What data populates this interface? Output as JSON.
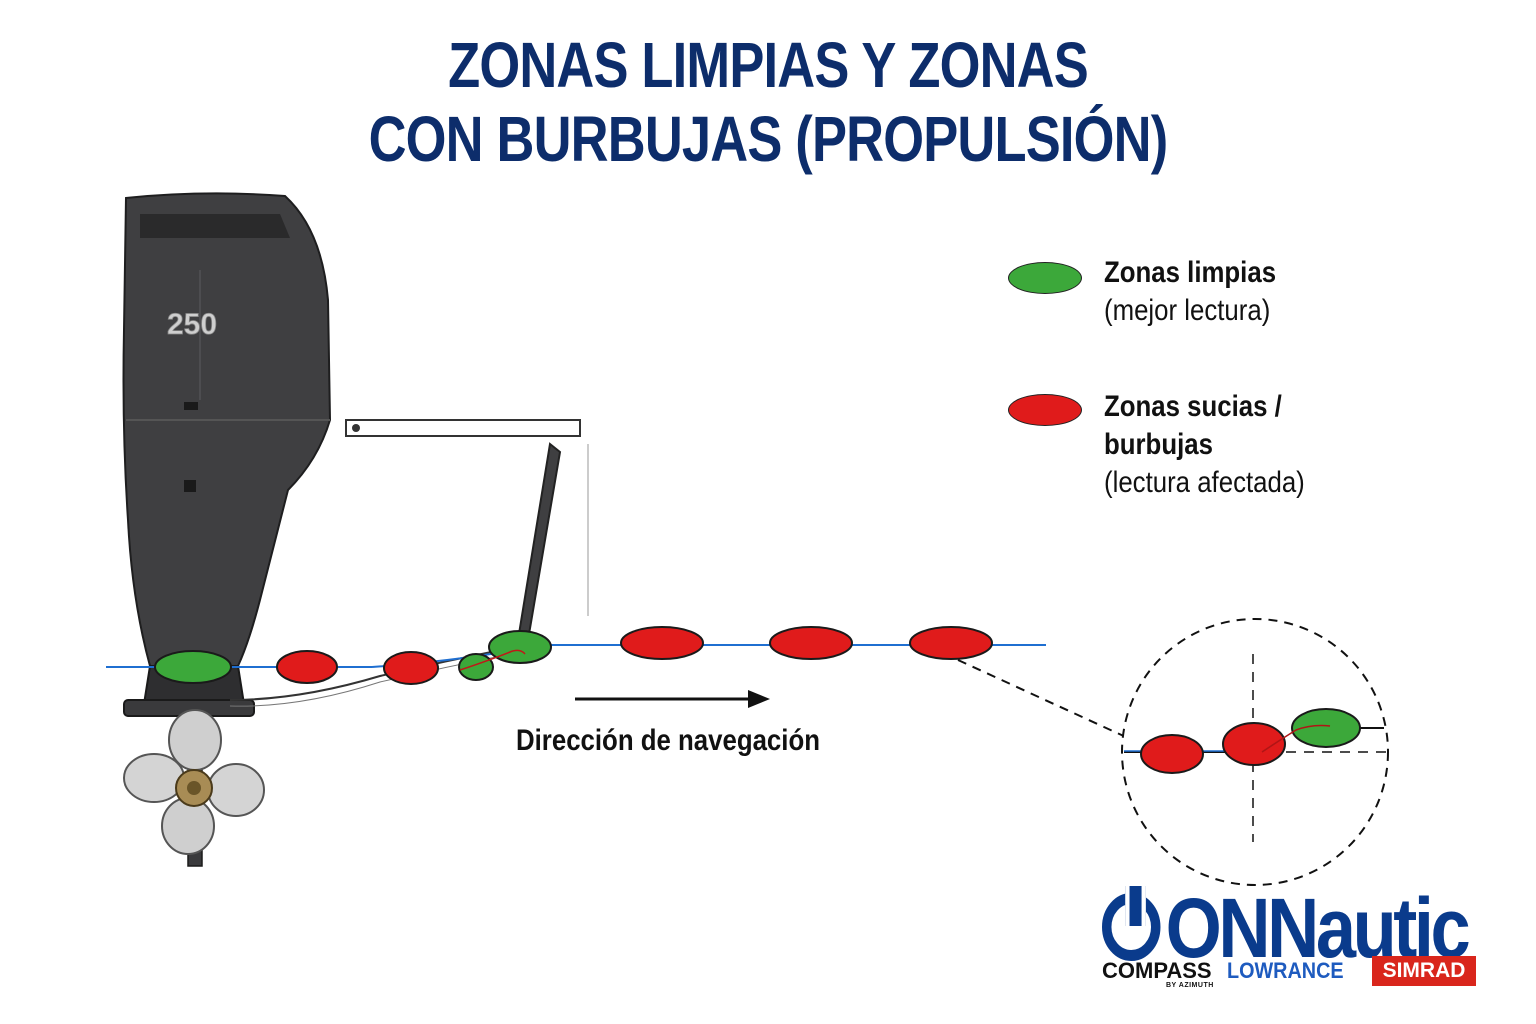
{
  "title": {
    "line1": "ZONAS LIMPIAS Y ZONAS",
    "line2": "CON BURBUJAS (PROPULSIÓN)"
  },
  "engine": {
    "label": "250"
  },
  "legend": [
    {
      "title": "Zonas limpias",
      "subtitle": "(mejor lectura)",
      "color": "#3ca83a"
    },
    {
      "title": "Zonas sucias /",
      "title2": "burbujas",
      "subtitle": "(lectura afectada)",
      "color": "#e01b1b"
    }
  ],
  "navigation": {
    "label": "Dirección de navegación"
  },
  "zones": [
    {
      "state": "clean",
      "color": "#3ca83a"
    },
    {
      "state": "dirty",
      "color": "#e01b1b"
    },
    {
      "state": "dirty",
      "color": "#e01b1b"
    },
    {
      "state": "clean",
      "color": "#3ca83a"
    },
    {
      "state": "clean",
      "color": "#3ca83a"
    },
    {
      "state": "dirty",
      "color": "#e01b1b"
    },
    {
      "state": "dirty",
      "color": "#e01b1b"
    },
    {
      "state": "dirty",
      "color": "#e01b1b"
    }
  ],
  "detail_zones": [
    {
      "state": "dirty",
      "color": "#e01b1b"
    },
    {
      "state": "dirty",
      "color": "#e01b1b"
    },
    {
      "state": "clean",
      "color": "#3ca83a"
    }
  ],
  "waterline_color": "#1f6fd1",
  "brand": {
    "logo": "ONNautic",
    "logo_icon": "power-icon",
    "partners": [
      "COMPASS",
      "LOWRANCE",
      "SIMRAD"
    ],
    "compass_sub": "BY AZIMUTH"
  },
  "colors": {
    "title": "#0d2d6b",
    "brand_blue": "#0a3b8c",
    "simrad_red": "#d9261c"
  }
}
